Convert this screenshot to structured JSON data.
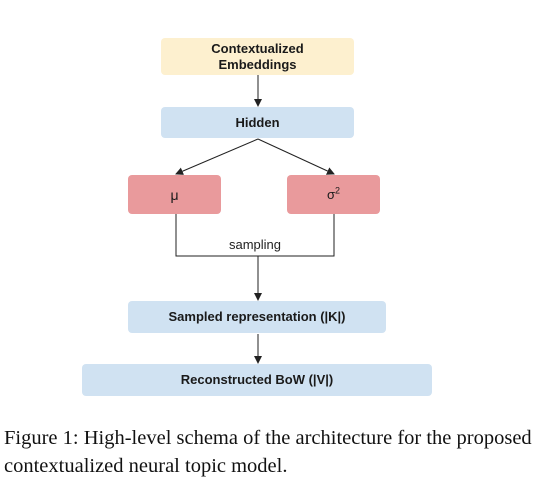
{
  "diagram": {
    "nodes": {
      "contextualized_embeddings": "Contextualized\nEmbeddings",
      "hidden": "Hidden",
      "mu": "μ",
      "sigma": "σ",
      "sigma_sup": "2",
      "sampled_representation": "Sampled representation (|K|)",
      "reconstructed_bow": "Reconstructed BoW (|V|)"
    },
    "edge_label": "sampling"
  },
  "caption": "Figure 1: High-level schema of the architecture for the proposed contextualized neural topic model."
}
